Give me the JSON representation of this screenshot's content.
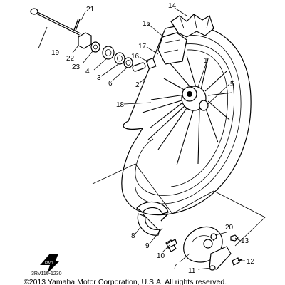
{
  "callouts": {
    "p1": "1",
    "p2": "2",
    "p3": "3",
    "p4": "4",
    "p5": "5",
    "p6": "6",
    "p7": "7",
    "p8": "8",
    "p9": "9",
    "p10": "10",
    "p11": "11",
    "p12": "12",
    "p13": "13",
    "p14": "14",
    "p15": "15",
    "p16": "16",
    "p17": "17",
    "p18": "18",
    "p19": "19",
    "p20": "20",
    "p21": "21",
    "p22": "22",
    "p23": "23"
  },
  "fwd_label": "FWD",
  "diagram_code": "3RV110-1230",
  "copyright": "©2013 Yamaha Motor Corporation, U.S.A. All rights reserved."
}
